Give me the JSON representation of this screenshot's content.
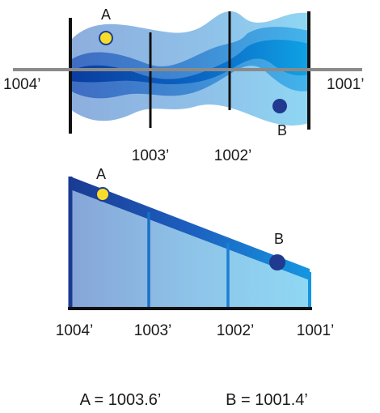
{
  "stream_plan": {
    "point_a_label": "A",
    "point_b_label": "B",
    "contour_left_label": "1004’",
    "contour_right_label": "1001’",
    "contour_mid1_label": "1003’",
    "contour_mid2_label": "1002’"
  },
  "profile": {
    "point_a_label": "A",
    "point_b_label": "B",
    "axis_labels": [
      "1004’",
      "1003’",
      "1002’",
      "1001’"
    ]
  },
  "result": {
    "a_value": "A = 1003.6’",
    "b_value": "B = 1001.4’"
  },
  "colors": {
    "point_a": "#f7dd2a",
    "point_b": "#1f3a8f",
    "deep_blue": "#0d4ca8",
    "light_blue": "#7fc4ec",
    "band_dark": "#1b3f95"
  }
}
